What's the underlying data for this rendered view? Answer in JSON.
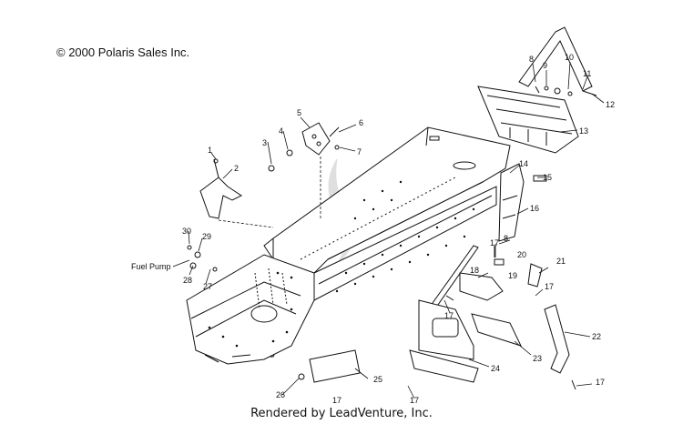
{
  "copyright": "© 2000 Polaris Sales Inc.",
  "footer": "Rendered by LeadVenture, Inc.",
  "fuel_pump_label": "Fuel Pump",
  "callouts": [
    "1",
    "2",
    "3",
    "4",
    "5",
    "6",
    "7",
    "8",
    "9",
    "10",
    "11",
    "12",
    "13",
    "14",
    "15",
    "16",
    "17",
    "8",
    "20",
    "21",
    "17",
    "18",
    "19",
    "17",
    "22",
    "23",
    "24",
    "25",
    "26",
    "17",
    "17",
    "17",
    "27",
    "28",
    "29",
    "30"
  ],
  "watermark": "LEADVENTURE"
}
